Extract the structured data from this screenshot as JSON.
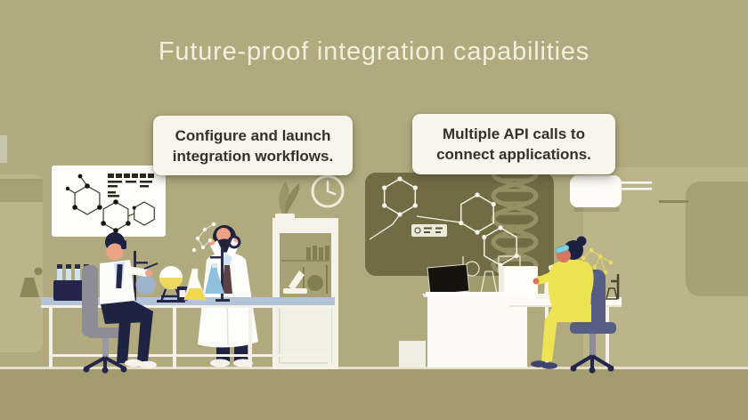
{
  "slide": {
    "title": "Future-proof integration capabilities",
    "callouts": [
      {
        "position": "left",
        "text": "Configure and launch integration workflows."
      },
      {
        "position": "right",
        "text": "Multiple API calls to connect applications."
      }
    ],
    "scene": {
      "elements": [
        "whiteboard-molecule-diagram",
        "seated-scientist-at-bench",
        "standing-scientist-with-flask",
        "female-scientist-with-microscope",
        "lab-bench-with-flasks",
        "fume-cabinet",
        "potted-plant",
        "wall-clock",
        "dna-research-board",
        "wall-dispenser-with-pipe",
        "laptop-on-desk",
        "office-chairs"
      ]
    },
    "colors": {
      "wall": "#b1aa7e",
      "floor": "#a49c70",
      "panel_light": "#bcb58b",
      "research_board": "#726c45",
      "callout_background": "#f7f5ec",
      "callout_text": "#34312b",
      "title_text": "#f3efdf",
      "bench_top_blue": "#b5c3d9",
      "lab_coat": "#fcfcfa",
      "suit_yellow": "#eee353",
      "navy": "#1f2342",
      "flask_blue": "#8ec1dd",
      "flask_yellow": "#efd94e"
    }
  }
}
